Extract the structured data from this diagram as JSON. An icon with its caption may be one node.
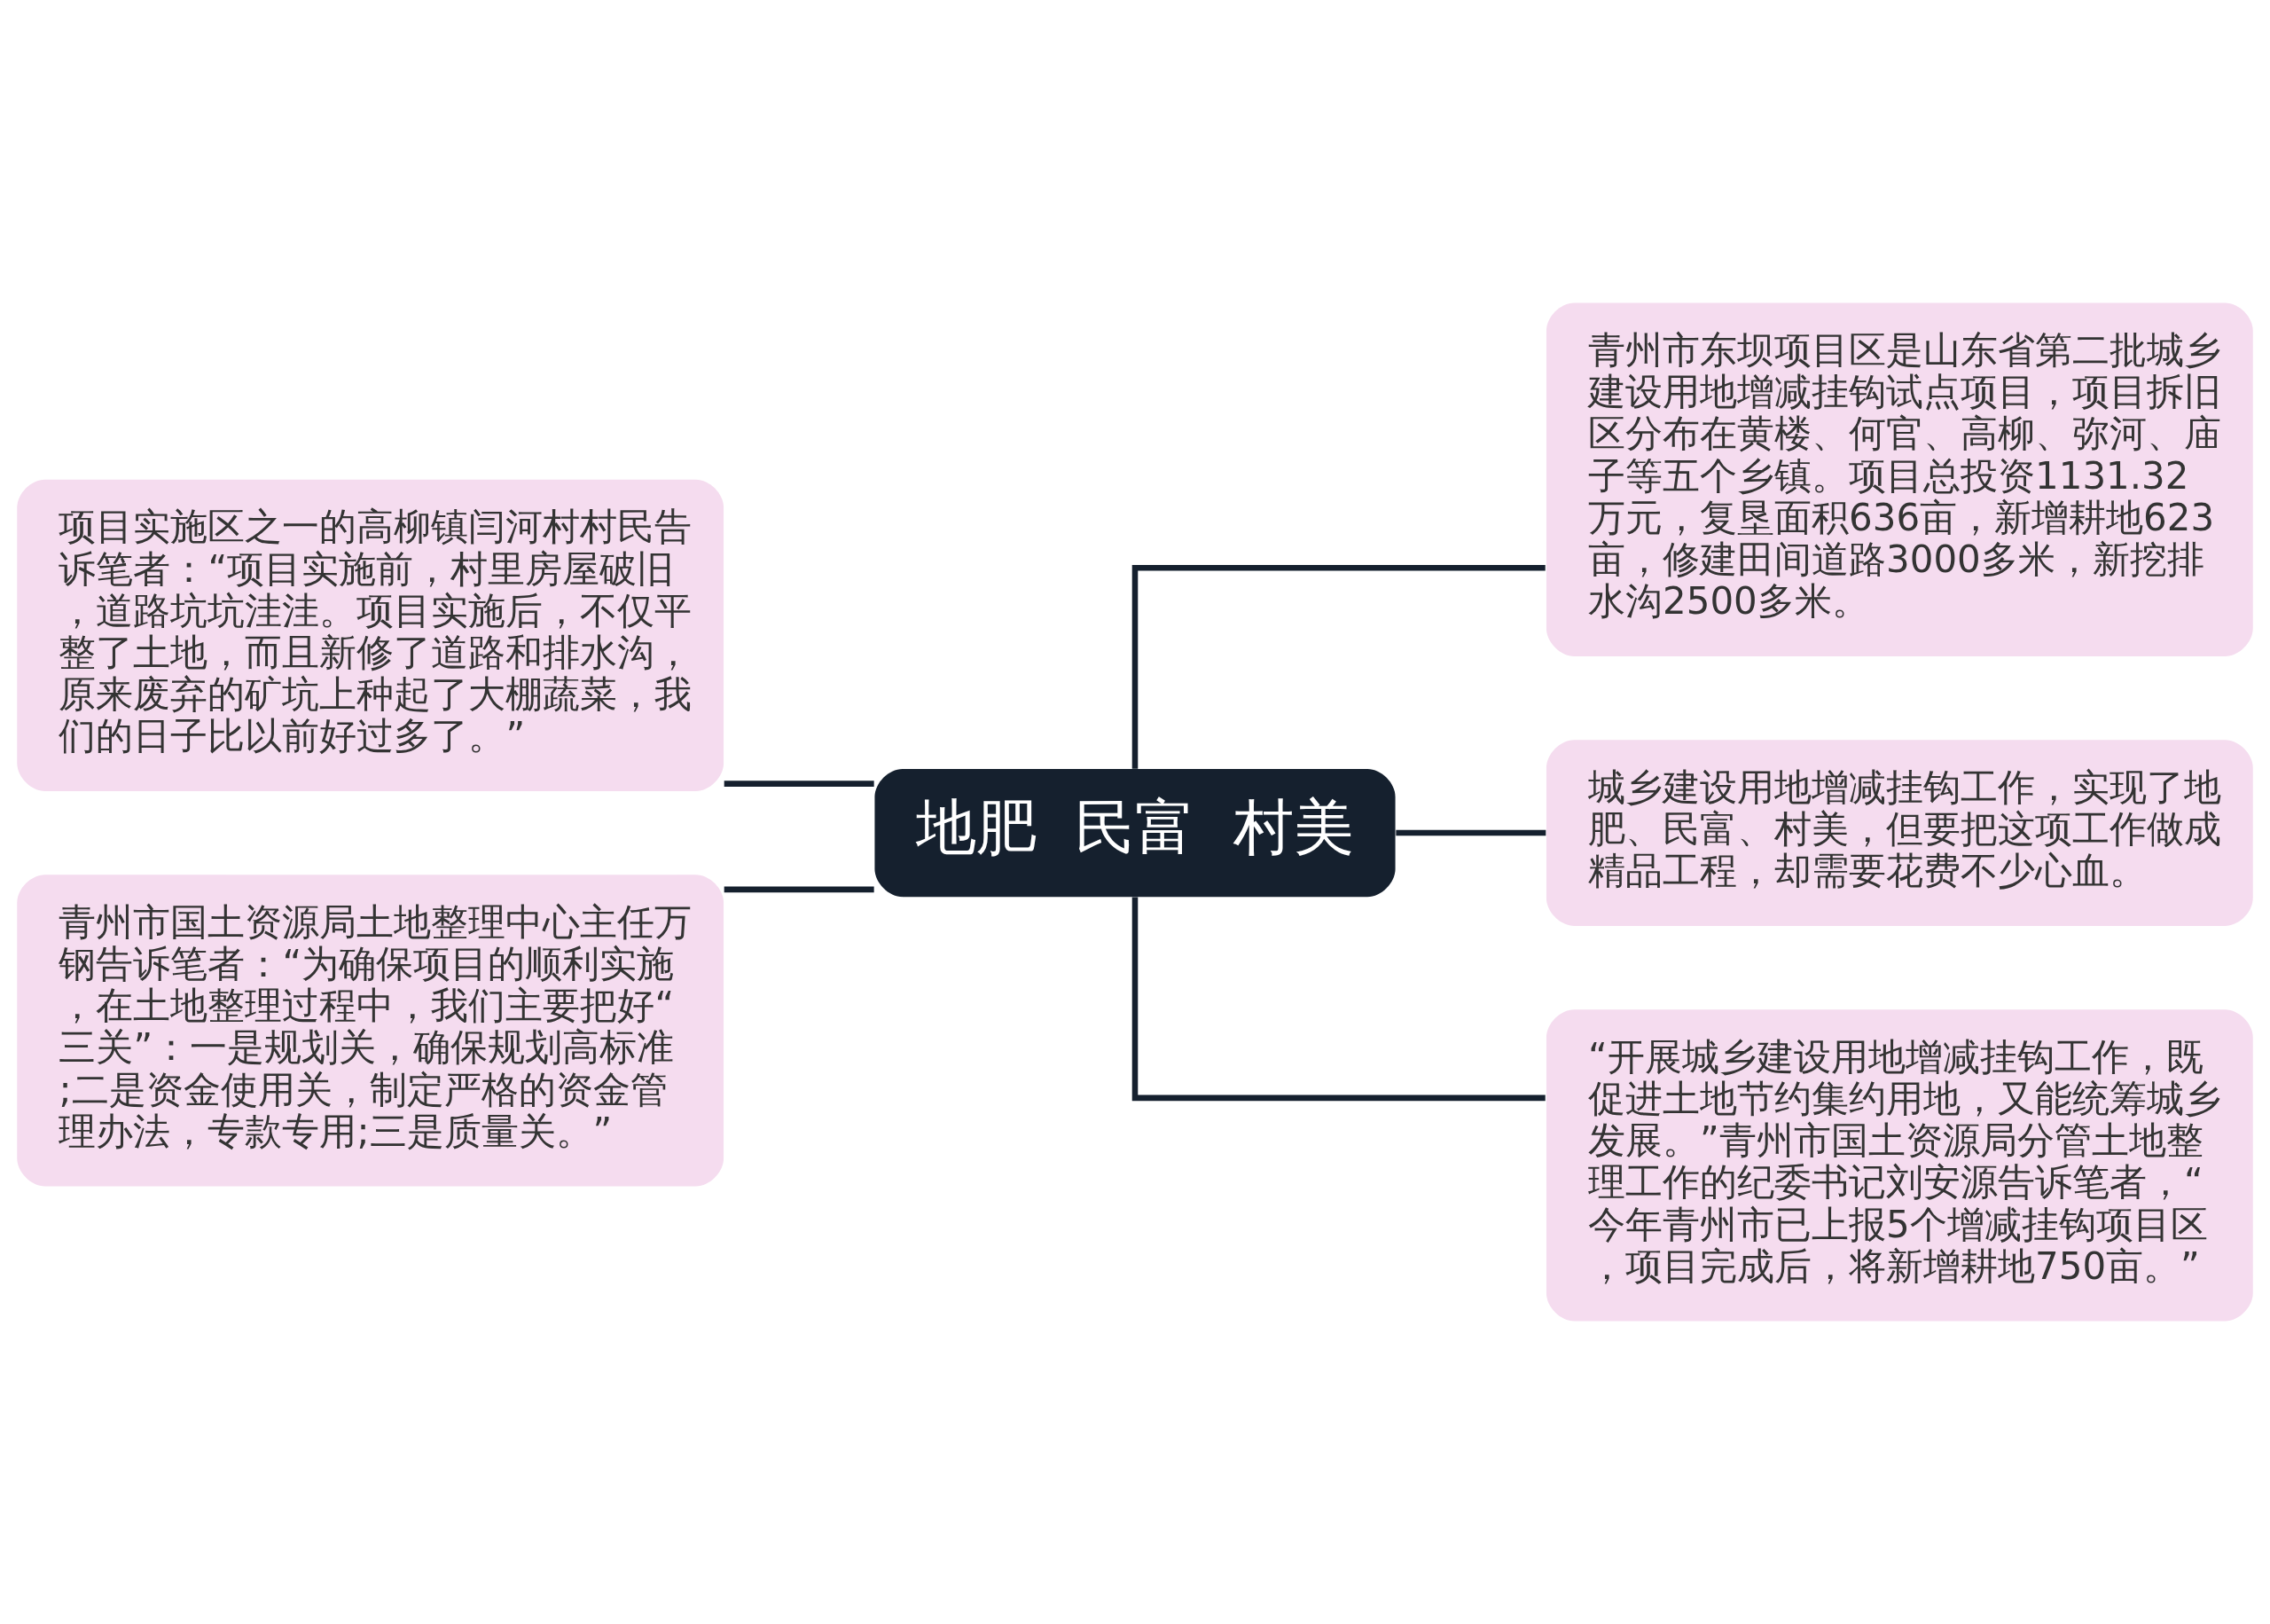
{
  "diagram": {
    "nodes": [
      {
        "text": [
          "地肥  民富  村美"
        ]
      },
      {
        "text": [
          "项目实施区之一的高柳镇闫河村村民告诉笔者：“项目实施前，村里房屋破旧，道路坑坑洼洼。项目实施后，不仅平整了土地，而且新修了道路和排水沟，原来废弃的矿坑上种起了大棚蔬菜，我们的日子比以前好过多了。”"
        ]
      },
      {
        "text": [
          "青州市国土资源局土地整理中心主任万钢告诉笔者：“为确保项目的顺利实施，在土地整理过程中，我们主要把好“三关”：一是规划关，确保规划高标准;二是资金使用关，制定严格的资金管理办法，专款专用;三是质量关。”"
        ]
      },
      {
        "text": [
          "青州市东坝项目区是山东省第二批城乡建设用地增减挂钩试点项目，项目拆旧区分布在黄楼、何官、高柳、弥河、庙子等五个乡镇。项目总投资1131.32万元，复垦面积636亩，新增耕地623亩，修建田间道路3000多米，新挖排水沟2500多米。"
        ]
      },
      {
        "text": [
          "城乡建设用地增减挂钩工作，实现了地肥、民富、村美，但要把这项工作做成精品工程，却需要花费不少心血。"
        ]
      },
      {
        "text": [
          "“开展城乡建设用地增减挂钩工作，既促进土地节约集约用地，又能统筹城乡发展。”青州市国土资源局分管土地整理工作的纪委书记刘安源告诉笔者，“今年青州市已上报5个增减挂钩项目区，项目完成后，将新增耕地750亩。”"
        ]
      }
    ],
    "edges": [
      {
        "from": 0,
        "to": 1,
        "arrow": "none"
      },
      {
        "from": 0,
        "to": 2,
        "arrow": "none"
      },
      {
        "from": 0,
        "to": 3,
        "arrow": "none"
      },
      {
        "from": 0,
        "to": 4,
        "arrow": "none"
      },
      {
        "from": 0,
        "to": 5,
        "arrow": "none"
      }
    ]
  }
}
